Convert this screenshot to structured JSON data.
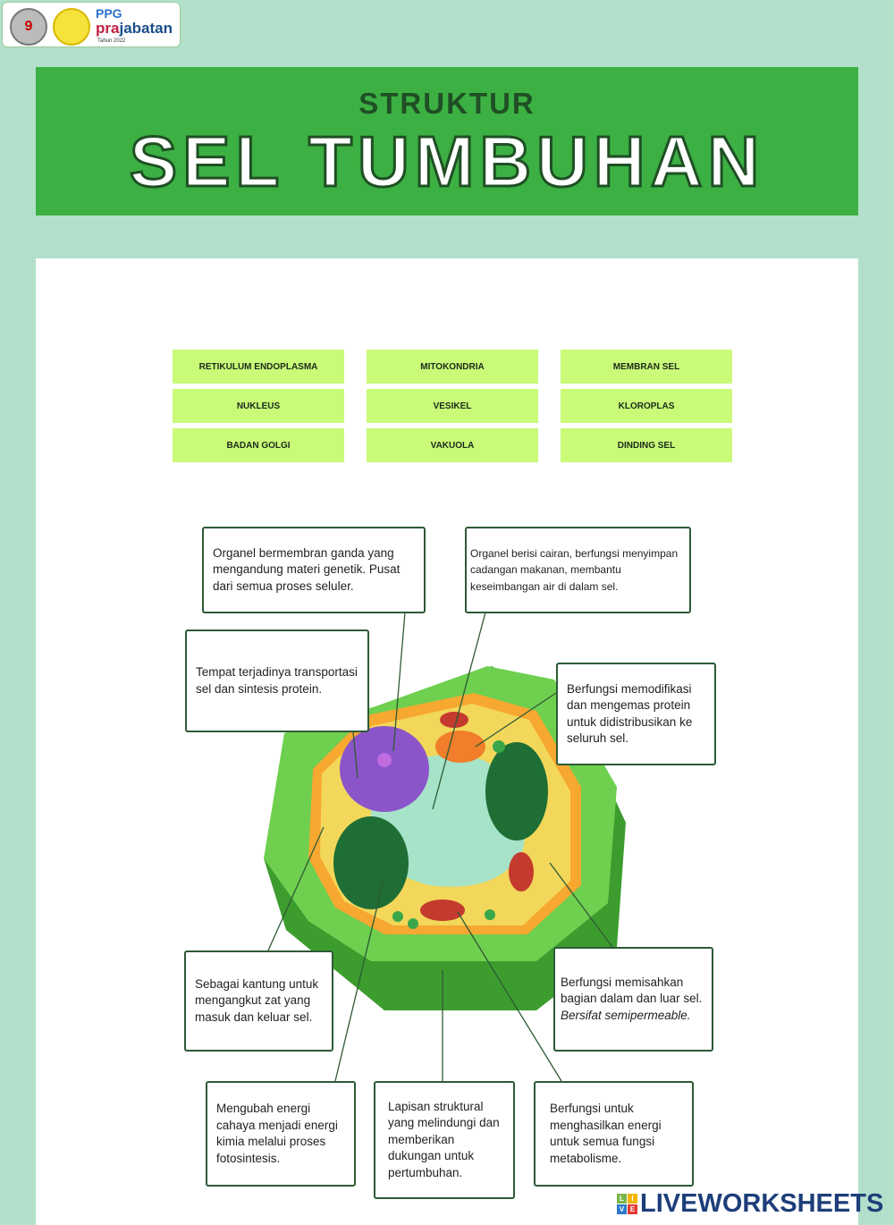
{
  "logo": {
    "ppg": "PPG",
    "prajabatan_a": "pra",
    "prajabatan_b": "jabatan",
    "year": "Tahun 2022",
    "seal_number": "9"
  },
  "header": {
    "subtitle": "STRUKTUR",
    "title": "SEL TUMBUHAN"
  },
  "options": [
    "RETIKULUM ENDOPLASMA",
    "MITOKONDRIA",
    "MEMBRAN SEL",
    "NUKLEUS",
    "VESIKEL",
    "KLOROPLAS",
    "BADAN GOLGI",
    "VAKUOLA",
    "DINDING SEL"
  ],
  "descriptions": {
    "nukleus": "Organel bermembran ganda yang mengandung materi genetik. Pusat dari semua proses seluler.",
    "vakuola": "Organel berisi cairan, berfungsi menyimpan cadangan makanan, membantu keseimbangan air di dalam sel.",
    "re": "Tempat terjadinya transportasi sel dan sintesis protein.",
    "golgi": "Berfungsi memodifikasi dan mengemas protein untuk didistribusikan ke seluruh sel.",
    "vesikel": "Sebagai kantung untuk mengangkut zat yang masuk dan keluar sel.",
    "membran": "Berfungsi memisahkan bagian dalam dan luar sel.",
    "membran_italic": "Bersifat semipermeable.",
    "kloroplas": "Mengubah energi cahaya menjadi energi kimia melalui proses fotosintesis.",
    "dinding": "Lapisan struktural yang melindungi dan memberikan dukungan untuk pertumbuhan.",
    "mitokondria": "Berfungsi untuk menghasilkan energi untuk semua fungsi metabolisme."
  },
  "brand": {
    "live": [
      "L",
      "I",
      "V",
      "E"
    ],
    "name": "LIVEWORKSHEETS"
  }
}
